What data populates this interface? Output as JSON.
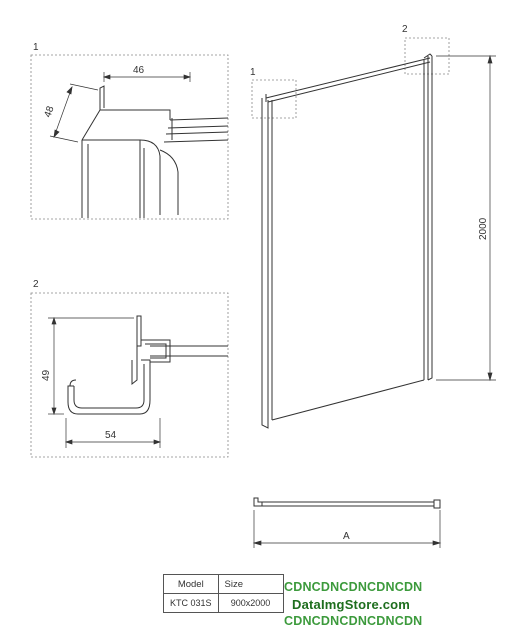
{
  "details": {
    "d1": {
      "label": "1",
      "width_dim": "46",
      "height_dim": "48"
    },
    "d2": {
      "label": "2",
      "height_dim": "49",
      "width_dim": "54"
    }
  },
  "panel": {
    "callout_1": "1",
    "callout_2": "2",
    "height_dim": "2000"
  },
  "plan": {
    "width_dim": "A"
  },
  "spec_table": {
    "headers": [
      "Model",
      "Size"
    ],
    "rows": [
      [
        "KTC 031S",
        "900x2000"
      ]
    ]
  },
  "watermark": {
    "line1": "CDNCDNCDNCDNCDN",
    "line2": "DataImgStore.com",
    "line3": "CDNCDNCDNCDNCDN",
    "color": "#3c9a3c"
  }
}
